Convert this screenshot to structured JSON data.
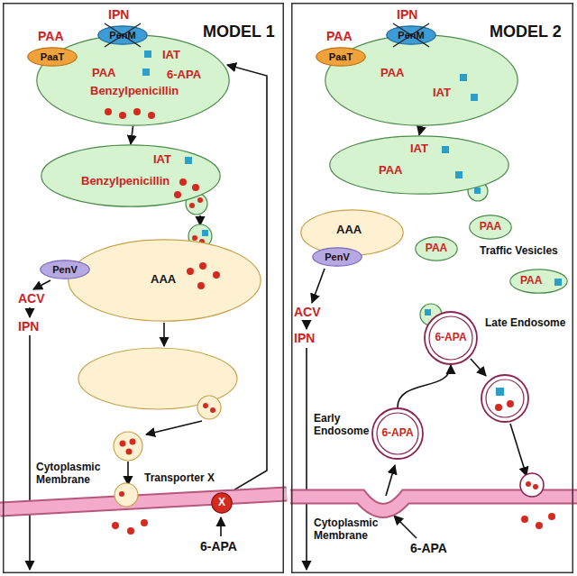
{
  "diagram": {
    "nodes": [
      {
        "text": [
          "MODEL 1"
        ]
      },
      {
        "text": [
          "PAA",
          "Benzylpenicillin",
          "IAT",
          "6-APA"
        ],
        "in": 0
      },
      {
        "text": [
          "PaaT"
        ],
        "in": 0
      },
      {
        "text": [
          "PenM"
        ],
        "in": 0
      },
      {
        "text": [
          "IAT",
          "Benzylpenicillin"
        ],
        "in": 0
      },
      {
        "text": [
          "AAA"
        ],
        "in": 0
      },
      {
        "text": [
          "PenV"
        ],
        "in": 0
      },
      {
        "text": [
          "X"
        ],
        "in": 0
      },
      {
        "text": [
          "MODEL 2"
        ]
      },
      {
        "text": [
          "PAA",
          "IAT"
        ],
        "in": 8
      },
      {
        "text": [
          "PaaT"
        ],
        "in": 8
      },
      {
        "text": [
          "PenM"
        ],
        "in": 8
      },
      {
        "text": [
          "IAT",
          "PAA"
        ],
        "in": 8
      },
      {
        "text": [
          "AAA"
        ],
        "in": 8
      },
      {
        "text": [
          "PenV"
        ],
        "in": 8
      },
      {
        "text": [
          "PAA"
        ],
        "in": 8
      },
      {
        "text": [
          "PAA"
        ],
        "in": 8
      },
      {
        "text": [
          "PAA"
        ],
        "in": 8
      },
      {
        "text": [
          "6-APA"
        ],
        "in": 8
      },
      {
        "text": [
          "6-APA"
        ],
        "in": 8
      }
    ],
    "edges": [
      {
        "from": 1,
        "to": 4,
        "arrow": "to"
      },
      {
        "from": 9,
        "to": 12,
        "arrow": "to"
      },
      {
        "from": 19,
        "to": 18,
        "arrow": "to"
      }
    ],
    "labels": [
      "PAA",
      "IPN",
      "ACV",
      "IPN",
      "Cytoplasmic Membrane",
      "Transporter X",
      "6-APA",
      "PAA",
      "IPN",
      "ACV",
      "IPN",
      "Traffic Vesicles",
      "Late Endosome",
      "Early Endosome",
      "Cytoplasmic Membrane",
      "6-APA"
    ]
  }
}
